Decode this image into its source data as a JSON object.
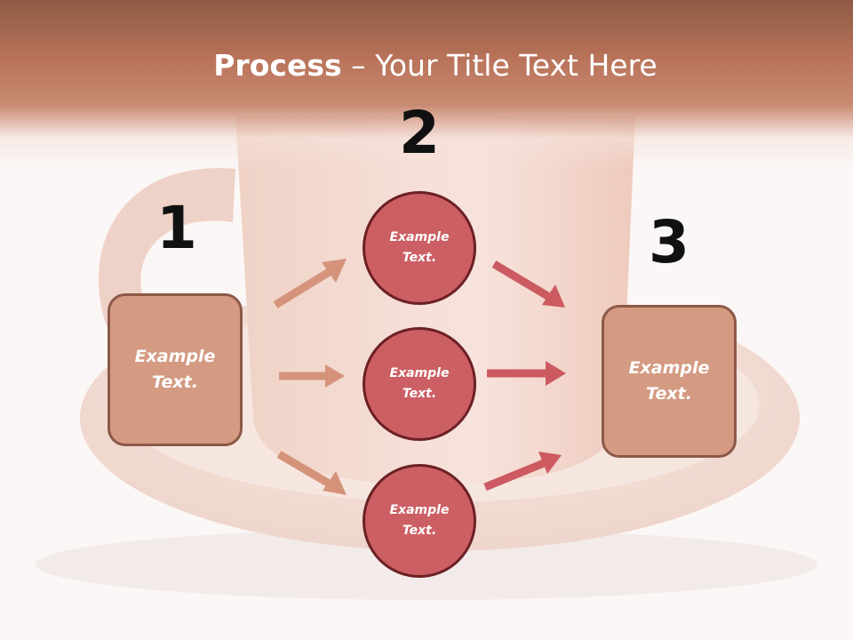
{
  "title": {
    "bold": "Process",
    "rest": " – Your Title Text Here"
  },
  "steps": [
    {
      "number": "1",
      "text": "Example Text."
    },
    {
      "number": "2",
      "text": "Example Text."
    },
    {
      "number": "3",
      "text": "Example Text."
    }
  ],
  "circles": [
    {
      "text": "Example Text."
    },
    {
      "text": "Example Text."
    },
    {
      "text": "Example Text."
    }
  ],
  "colors": {
    "header": "#b9735a",
    "box_fill": "#d49a82",
    "box_border": "#8c5947",
    "circle_fill": "#cc5f63",
    "circle_border": "#6b2024",
    "arrow_left": "#d4937a",
    "arrow_right": "#cc5a60"
  }
}
